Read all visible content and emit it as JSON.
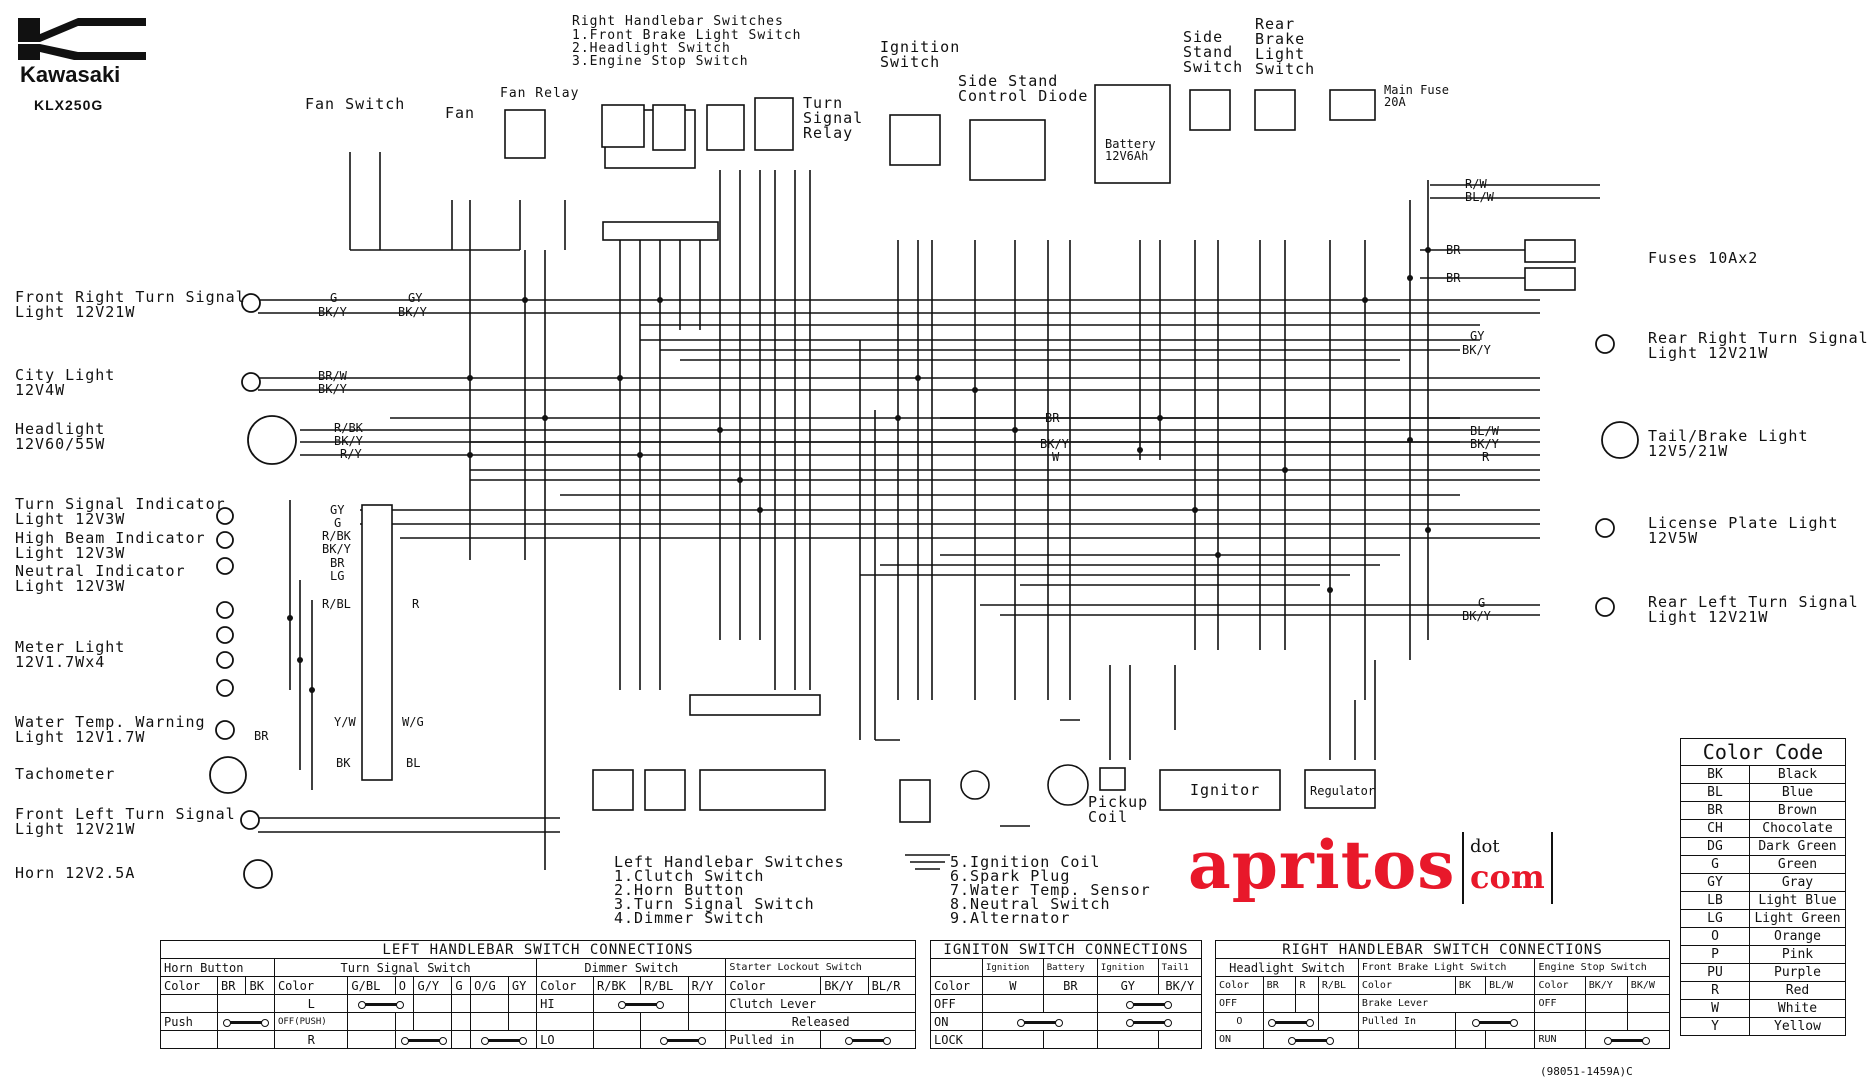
{
  "brand": {
    "name": "Kawasaki",
    "model": "KLX250G"
  },
  "watermark": {
    "main": "apritos",
    "sub_top": "dot",
    "sub_bottom": "com",
    "color": "#e8182a"
  },
  "top_labels": {
    "right_handlebar_title": "Right Handlebar Switches",
    "right_handlebar_1": "1.Front Brake Light Switch",
    "right_handlebar_2": "2.Headlight Switch",
    "right_handlebar_3": "3.Engine Stop Switch",
    "fan_switch": "Fan Switch",
    "fan": "Fan",
    "fan_relay": "Fan Relay",
    "turn_signal_relay": "Turn\nSignal\nRelay",
    "ignition_switch": "Ignition\nSwitch",
    "side_stand_diode": "Side Stand\nControl Diode",
    "battery": "Battery\n12V6Ah",
    "side_stand_switch": "Side\nStand\nSwitch",
    "rear_brake_switch": "Rear\nBrake\nLight\nSwitch",
    "main_fuse": "Main Fuse\n20A",
    "fuses": "Fuses 10Ax2"
  },
  "left_components": [
    {
      "label": "Front Right Turn Signal\nLight 12V21W"
    },
    {
      "label": "City Light\n12V4W"
    },
    {
      "label": "Headlight\n12V60/55W"
    },
    {
      "label": "Turn Signal Indicator\nLight 12V3W"
    },
    {
      "label": "High Beam Indicator\nLight 12V3W"
    },
    {
      "label": "Neutral Indicator\nLight 12V3W"
    },
    {
      "label": "Meter Light\n12V1.7Wx4"
    },
    {
      "label": "Water Temp. Warning\nLight 12V1.7W"
    },
    {
      "label": "Tachometer"
    },
    {
      "label": "Front Left Turn Signal\nLight 12V21W"
    },
    {
      "label": "Horn 12V2.5A"
    }
  ],
  "right_components": [
    {
      "label": "Rear Right Turn Signal\nLight 12V21W"
    },
    {
      "label": "Tail/Brake Light\n12V5/21W"
    },
    {
      "label": "License Plate Light\n12V5W"
    },
    {
      "label": "Rear Left Turn Signal\nLight 12V21W"
    }
  ],
  "bottom_labels": {
    "left_handlebar_title": "Left Handlebar Switches",
    "left_handlebar_1": "1.Clutch Switch",
    "left_handlebar_2": "2.Horn Button",
    "left_handlebar_3": "3.Turn Signal Switch",
    "left_handlebar_4": "4.Dimmer Switch",
    "legend_5": "5.Ignition Coil",
    "legend_6": "6.Spark Plug",
    "legend_7": "7.Water Temp. Sensor",
    "legend_8": "8.Neutral Switch",
    "legend_9": "9.Alternator",
    "pickup_coil": "Pickup\nCoil",
    "ignitor": "Ignitor",
    "regulator": "Regulator",
    "part_no": "(98051-1459A)C"
  },
  "wire_codes": {
    "w1": "G",
    "w2": "BK/Y",
    "w3": "GY",
    "w4": "BK/Y",
    "w5": "BR/W",
    "w6": "BK/Y",
    "w7": "R/BK",
    "w8": "BK/Y",
    "w9": "R/Y",
    "w10": "GY",
    "w11": "G",
    "w12": "R/BK",
    "w13": "BK/Y",
    "w14": "BR",
    "w15": "LG",
    "w16": "R/BL",
    "w17": "Y/W",
    "w18": "BR",
    "w19": "BK",
    "w20": "W/G",
    "w21": "BL",
    "w22": "R",
    "w23": "BR",
    "w24": "BK/Y",
    "w25": "W",
    "w26": "BL/W",
    "w27": "BK/Y",
    "w28": "R",
    "w29": "R/W",
    "w30": "BL/W",
    "w31": "BR",
    "w32": "BR",
    "w33": "GY",
    "w34": "BK/Y",
    "w35": "G",
    "w36": "BK/Y"
  },
  "left_switch_table": {
    "title": "LEFT HANDLEBAR SWITCH CONNECTIONS",
    "horn_header": "Horn Button",
    "turn_header": "Turn Signal Switch",
    "dimmer_header": "Dimmer Switch",
    "starter_header": "Starter Lockout Switch",
    "col_color": "Color",
    "horn_cols": [
      "BR",
      "BK"
    ],
    "turn_cols": [
      "G/BL",
      "O",
      "G/Y",
      "G",
      "O/G",
      "GY"
    ],
    "dimmer_cols": [
      "R/BK",
      "R/BL",
      "R/Y"
    ],
    "starter_cols": [
      "BK/Y",
      "BL/R"
    ],
    "rows": {
      "r1": "L",
      "r2": "OFF(PUSH)",
      "r3": "R",
      "push": "Push",
      "hi": "HI",
      "lo": "LO",
      "clutch": "Clutch Lever",
      "released": "Released",
      "pulled": "Pulled in"
    }
  },
  "ignition_table": {
    "title": "IGNITON SWITCH CONNECTIONS",
    "cols": [
      "Ignition",
      "Battery",
      "Ignition",
      "Tail1"
    ],
    "colors": [
      "W",
      "BR",
      "GY",
      "BK/Y"
    ],
    "color_label": "Color",
    "rows": [
      "OFF",
      "ON",
      "LOCK"
    ]
  },
  "right_switch_table": {
    "title": "RIGHT HANDLEBAR SWITCH CONNECTIONS",
    "headlight": "Headlight Switch",
    "brake": "Front Brake Light Switch",
    "stop": "Engine Stop Switch",
    "color_label": "Color",
    "h_cols": [
      "BR",
      "R",
      "R/BL"
    ],
    "b_cols": [
      "BK",
      "BL/W"
    ],
    "s_cols": [
      "BK/Y",
      "BK/W"
    ],
    "rows": {
      "off": "OFF",
      "o": "O",
      "on": "ON",
      "brake_lever": "Brake Lever",
      "pulled": "Pulled In",
      "s_off": "OFF",
      "run": "RUN"
    }
  },
  "color_code": {
    "title": "Color Code",
    "items": [
      [
        "BK",
        "Black"
      ],
      [
        "BL",
        "Blue"
      ],
      [
        "BR",
        "Brown"
      ],
      [
        "CH",
        "Chocolate"
      ],
      [
        "DG",
        "Dark Green"
      ],
      [
        "G",
        "Green"
      ],
      [
        "GY",
        "Gray"
      ],
      [
        "LB",
        "Light Blue"
      ],
      [
        "LG",
        "Light Green"
      ],
      [
        "O",
        "Orange"
      ],
      [
        "P",
        "Pink"
      ],
      [
        "PU",
        "Purple"
      ],
      [
        "R",
        "Red"
      ],
      [
        "W",
        "White"
      ],
      [
        "Y",
        "Yellow"
      ]
    ]
  }
}
